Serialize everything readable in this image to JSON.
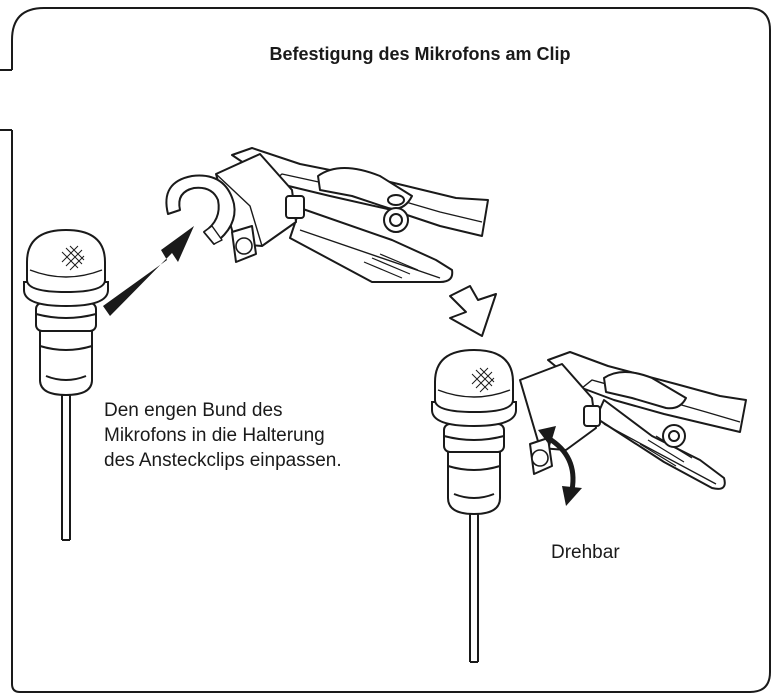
{
  "title": "Befestigung des Mikrofons am Clip",
  "instruction_lines": [
    "Den engen Bund des",
    "Mikrofons in die Halterung",
    "des Ansteckclips einpassen."
  ],
  "rotate_label": "Drehbar"
}
